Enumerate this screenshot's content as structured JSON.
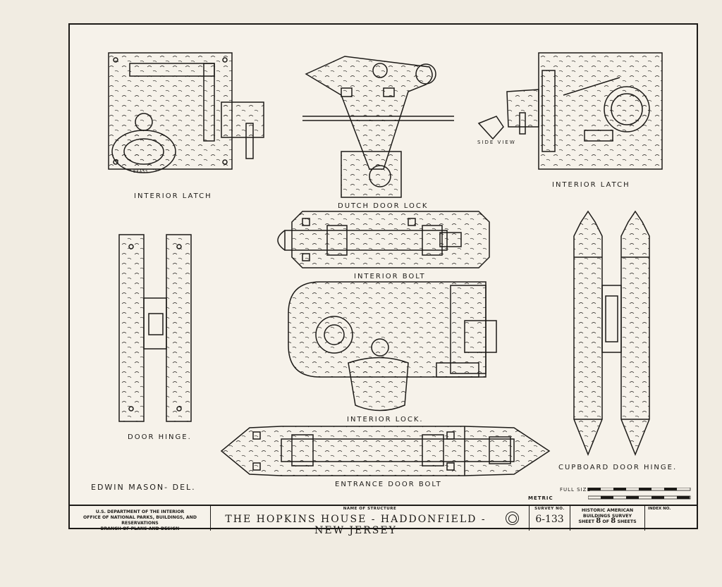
{
  "drawing_labels": {
    "interior_latch_left": "INTERIOR LATCH",
    "dutch_door_lock": "DUTCH DOOR LOCK",
    "interior_latch_right": "INTERIOR LATCH",
    "side_view": "SIDE VIEW",
    "interior_bolt": "INTERIOR BOLT",
    "door_hinge": "DOOR HINGE.",
    "interior_lock": "INTERIOR LOCK.",
    "cupboard_door_hinge": "CUPBOARD DOOR HINGE.",
    "entrance_door_bolt": "ENTRANCE DOOR BOLT",
    "brass": "BRASS"
  },
  "delineator": "EDWIN MASON- DEL.",
  "scale": {
    "full_size": "FULL SIZE",
    "metric": "METRIC"
  },
  "title_block": {
    "department_line1": "U.S. DEPARTMENT OF THE INTERIOR",
    "department_line2": "OFFICE OF NATIONAL PARKS, BUILDINGS, AND RESERVATIONS",
    "department_line3": "BRANCH OF PLANS AND DESIGN",
    "name_of_structure_caption": "NAME OF STRUCTURE",
    "structure_name": "THE HOPKINS HOUSE - HADDONFIELD - NEW JERSEY",
    "survey_no_caption": "SURVEY NO.",
    "survey_no": "6-133",
    "habs_line1": "HISTORIC AMERICAN",
    "habs_line2": "BUILDINGS SURVEY",
    "sheet_word": "SHEET",
    "sheet_number": "8",
    "of_word": "OF",
    "sheet_total": "8",
    "sheets_word": "SHEETS",
    "index_caption": "INDEX NO."
  }
}
